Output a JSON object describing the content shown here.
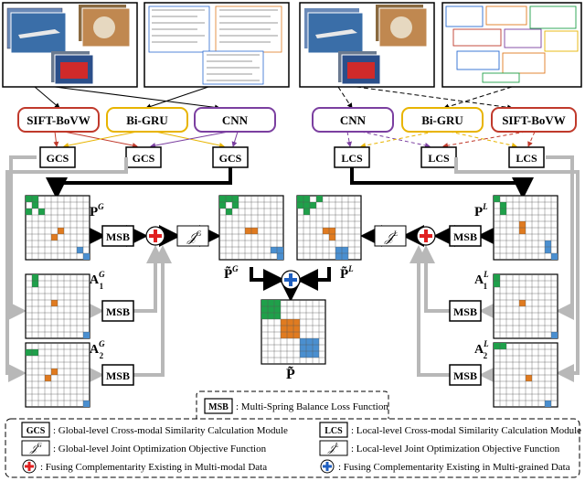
{
  "feature_extractors": {
    "global": [
      "SIFT-BoVW",
      "Bi-GRU",
      "CNN"
    ],
    "local": [
      "CNN",
      "Bi-GRU",
      "SIFT-BoVW"
    ]
  },
  "modules": {
    "gcs": "GCS",
    "lcs": "LCS",
    "msb": "MSB"
  },
  "objectives": {
    "global": "𝒥",
    "global_sup": "G",
    "local": "𝒥",
    "local_sup": "L"
  },
  "matrices": {
    "pg": "P",
    "pg_sup": "G",
    "pl": "P",
    "pl_sup": "L",
    "a1g": "A",
    "a1g_sub": "1",
    "a1g_sup": "G",
    "a2g": "A",
    "a2g_sub": "2",
    "a2g_sup": "G",
    "a1l": "A",
    "a1l_sub": "1",
    "a1l_sup": "L",
    "a2l": "A",
    "a2l_sub": "2",
    "a2l_sup": "L",
    "pg_tilde": "P̃",
    "pg_tilde_sup": "G",
    "pl_tilde": "P̃",
    "pl_tilde_sup": "L",
    "p_tilde": "P̃"
  },
  "legend": {
    "msb_desc": ": Multi-Spring Balance Loss Function",
    "gcs_desc": ": Global-level Cross-modal Similarity Calculation Module",
    "lcs_desc": ": Local-level Cross-modal Similarity Calculation Module",
    "jg_desc": ": Global-level Joint Optimization Objective Function",
    "jl_desc": ": Local-level Joint Optimization Objective Function",
    "fuse_modal_desc": ": Fusing Complementarity Existing in Multi-modal Data",
    "fuse_grain_desc": ": Fusing Complementarity Existing in Multi-grained Data"
  },
  "colors": {
    "sift": "#c0392b",
    "bigru": "#e8b400",
    "cnn": "#7b3fa0",
    "green": "#1fa04a",
    "orange": "#e07b20",
    "blue": "#4a8fd0",
    "red_plus": "#e02020",
    "blue_plus": "#1f5fc0",
    "gray_arrow": "#b8b8b8"
  }
}
